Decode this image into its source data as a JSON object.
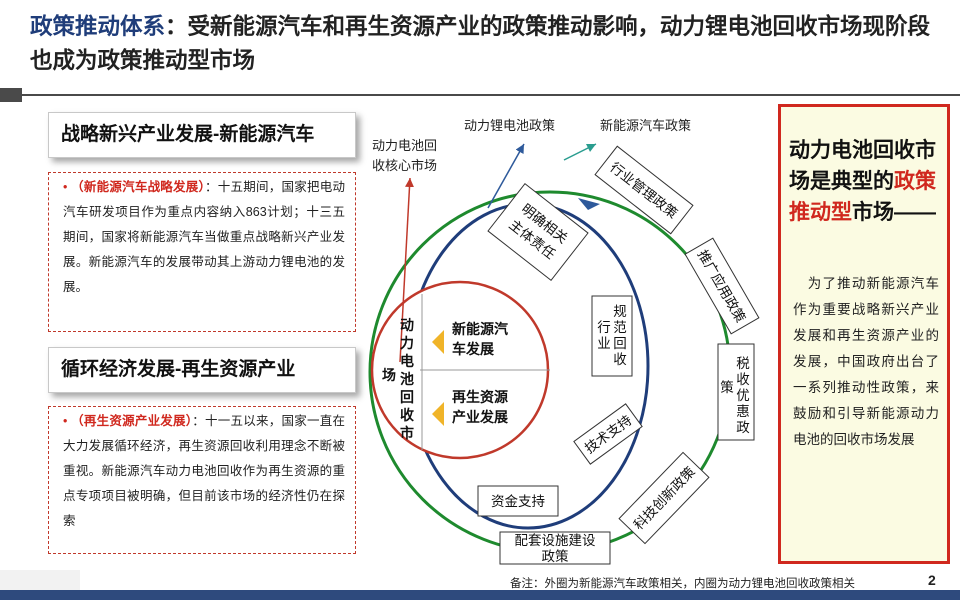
{
  "header": {
    "keyword": "政策推动体系",
    "title_rest": "：受新能源汽车和再生资源产业的政策推动影响，动力锂电池回收市场现阶段也成为政策推动型市场"
  },
  "left": {
    "section1": {
      "heading": "战略新兴产业发展-新能源汽车",
      "bullet": "•",
      "lead": "（新能源汽车战略发展）",
      "text": "：十五期间，国家把电动汽车研发项目作为重点内容纳入863计划；十三五期间，国家将新能源汽车当做重点战略新兴产业发展。新能源汽车的发展带动其上游动力锂电池的发展。"
    },
    "section2": {
      "heading": "循环经济发展-再生资源产业",
      "bullet": "•",
      "lead": "（再生资源产业发展）",
      "text": "：十一五以来，国家一直在大力发展循环经济，再生资源回收利用理念不断被重视。新能源汽车动力电池回收作为再生资源的重点专项项目被明确，但目前该市场的经济性仍在探索"
    }
  },
  "diagram": {
    "label_core_market": "动力电池回收核心市场",
    "label_battery_policy": "动力锂电池政策",
    "label_nev_policy": "新能源汽车政策",
    "center_title": "动力电池回收市场",
    "center_top": "新能源汽车发展",
    "center_bottom": "再生资源产业发展",
    "inner_boxes": {
      "responsibility": "明确相关主体责任",
      "regulate": "规范回收行业",
      "tech": "技术支持",
      "fund": "资金支持"
    },
    "outer_boxes": {
      "industry_mgmt": "行业管理政策",
      "promotion": "推广应用政策",
      "tax": "税收优惠政策",
      "innovation": "科技创新政策",
      "infrastructure": "配套设施建设政策"
    },
    "colors": {
      "outer_ring": "#1e8a2e",
      "inner_ring": "#1f3d7a",
      "center_ring": "#c0392b",
      "arrow_blue": "#2e5a9b",
      "arrow_teal": "#2a9d8f",
      "arrow_red": "#c0392b",
      "triangle": "#f0b429"
    }
  },
  "right": {
    "title_a": "动力电池回收市场是典型的",
    "title_red": "政策推动型",
    "title_b": "市场——",
    "body": "为了推动新能源汽车作为重要战略新兴产业发展和再生资源产业的发展，中国政府出台了一系列推动性政策，来鼓励和引导新能源动力电池的回收市场发展"
  },
  "footer": {
    "note": "备注：外圈为新能源汽车政策相关，内圈为动力锂电池回收政策相关",
    "page": "2"
  }
}
